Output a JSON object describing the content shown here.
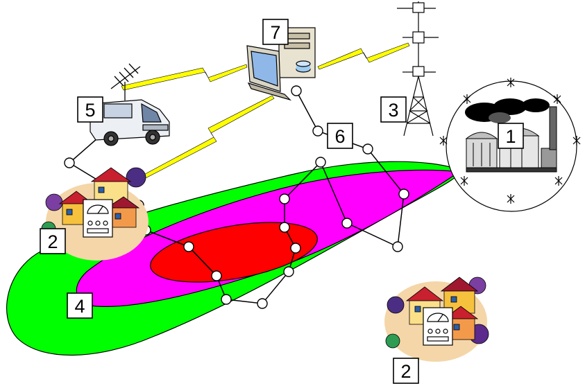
{
  "labels": {
    "source": "1",
    "settlement_west": "2",
    "settlement_southeast": "2",
    "tower": "3",
    "plume": "4",
    "vehicle": "5",
    "route": "6",
    "computer": "7"
  },
  "icons": {
    "source": "industrial-plant-icon",
    "settlement": "houses-icon",
    "dosimeter": "dosimeter-icon",
    "tower": "radio-tower-icon",
    "vehicle": "mobile-lab-van-icon",
    "antenna": "satellite-antenna-icon",
    "computer": "workstation-icon",
    "link": "lightning-link-icon",
    "node": "sampling-point-icon"
  },
  "colors": {
    "plume_outer": "#00ff00",
    "plume_middle": "#ff00ff",
    "plume_inner": "#ff0000",
    "link": "#ffff00"
  }
}
